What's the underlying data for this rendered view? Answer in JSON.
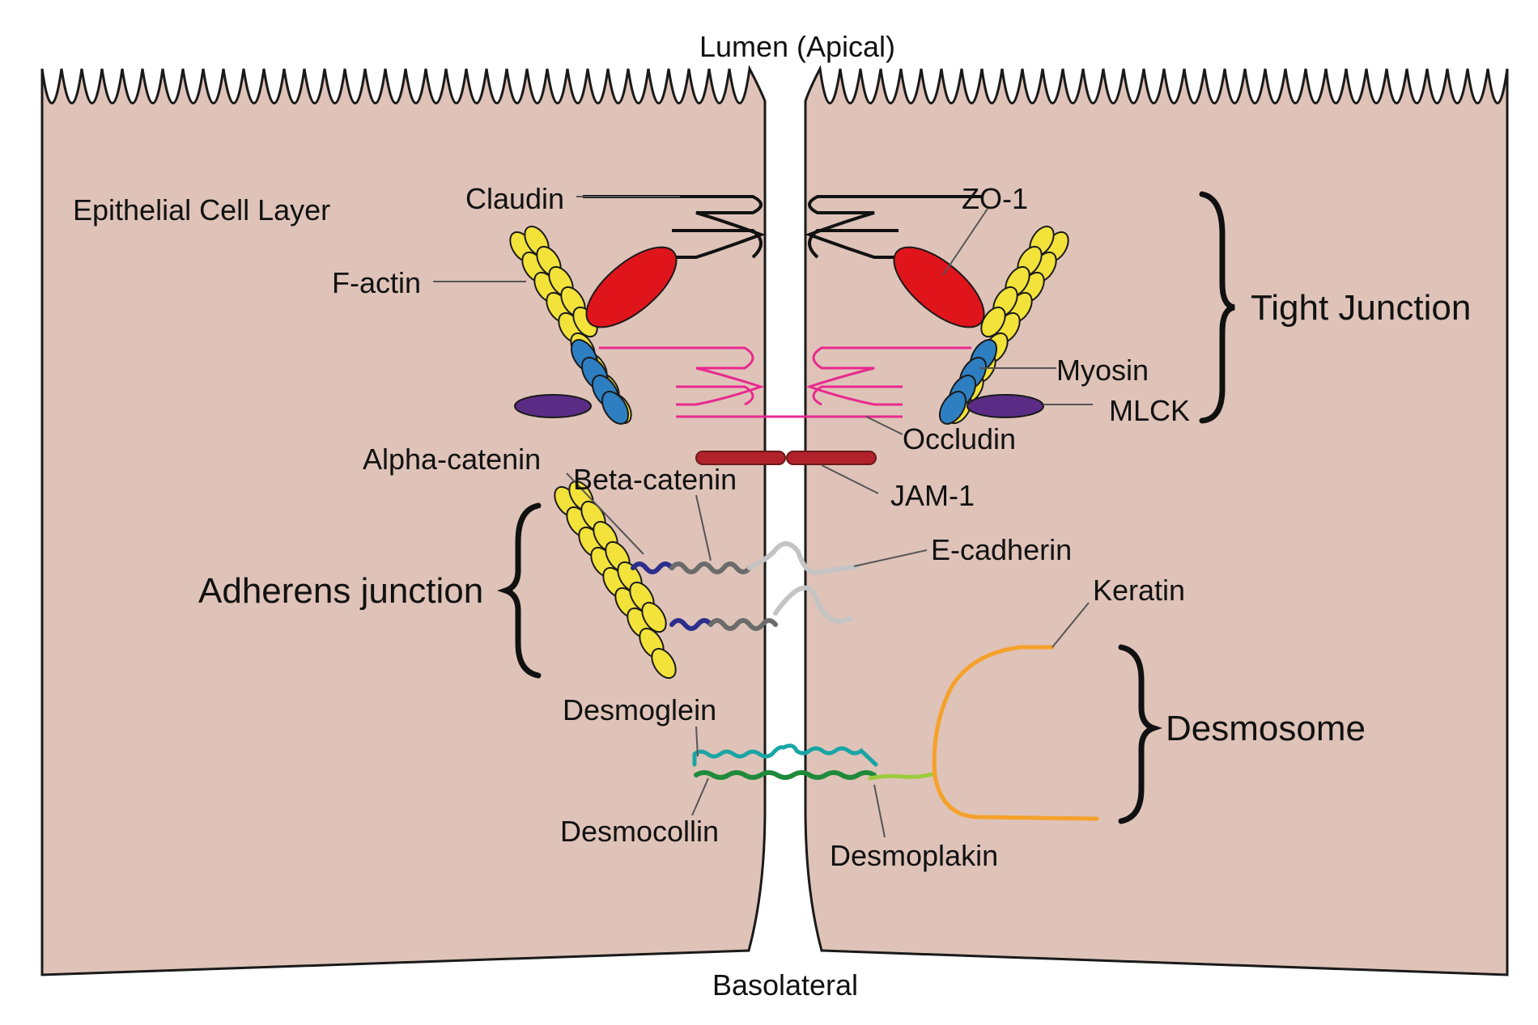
{
  "top_label": "Lumen (Apical)",
  "bottom_label": "Basolateral",
  "region_label": "Epithelial Cell Layer",
  "labels": {
    "claudin": "Claudin",
    "zo1": "ZO-1",
    "factin": "F-actin",
    "myosin": "Myosin",
    "mlck": "MLCK",
    "occludin": "Occludin",
    "jam1": "JAM-1",
    "alpha_catenin": "Alpha-catenin",
    "beta_catenin": "Beta-catenin",
    "ecadherin": "E-cadherin",
    "keratin": "Keratin",
    "desmoglein": "Desmoglein",
    "desmocollin": "Desmocollin",
    "desmoplakin": "Desmoplakin"
  },
  "groups": {
    "tight_junction": "Tight Junction",
    "adherens_junction": "Adherens junction",
    "desmosome": "Desmosome"
  },
  "colors": {
    "cell": "#dfc3b8",
    "outline": "#1a1a1a",
    "claudin": "#111111",
    "zo1": "#e0141b",
    "factin": "#f2e23a",
    "myosin": "#2e7fc1",
    "mlck": "#5b2c86",
    "occludin": "#e8298f",
    "jam1": "#b3212b",
    "alpha_catenin": "#2b2e8c",
    "beta_catenin": "#6b6b6b",
    "ecadherin": "#c4c4c4",
    "keratin": "#f5a12a",
    "desmoglein": "#1aa5a5",
    "desmocollin": "#1f8a3a",
    "desmoplakin": "#9ccc3c"
  }
}
